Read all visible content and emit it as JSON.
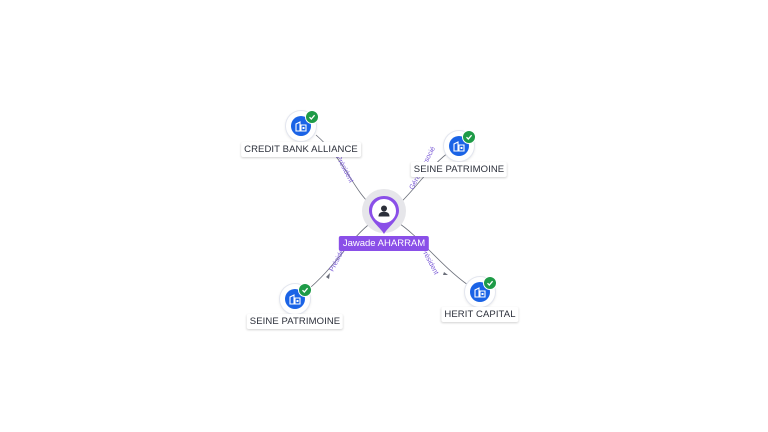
{
  "center": {
    "label": "Jawade AHARRAM",
    "icon": "person-icon",
    "color": "#8a4fe8"
  },
  "companies": [
    {
      "id": "credit-bank-alliance",
      "label": "CREDIT BANK ALLIANCE",
      "icon": "building-icon",
      "verified": true,
      "relation": "Président"
    },
    {
      "id": "seine-patrimoine-top",
      "label": "SEINE PATRIMOINE",
      "icon": "building-icon",
      "verified": true,
      "relation": "Gérant Associé"
    },
    {
      "id": "seine-patrimoine-bottom",
      "label": "SEINE PATRIMOINE",
      "icon": "building-icon",
      "verified": true,
      "relation": "Président"
    },
    {
      "id": "herit-capital",
      "label": "HERIT CAPITAL",
      "icon": "building-icon",
      "verified": true,
      "relation": "Président"
    }
  ],
  "colors": {
    "company_icon": "#1a63e6",
    "verified_badge": "#1e9b47",
    "edge": "#6b6f7a",
    "edge_label": "#7a5ad6"
  }
}
